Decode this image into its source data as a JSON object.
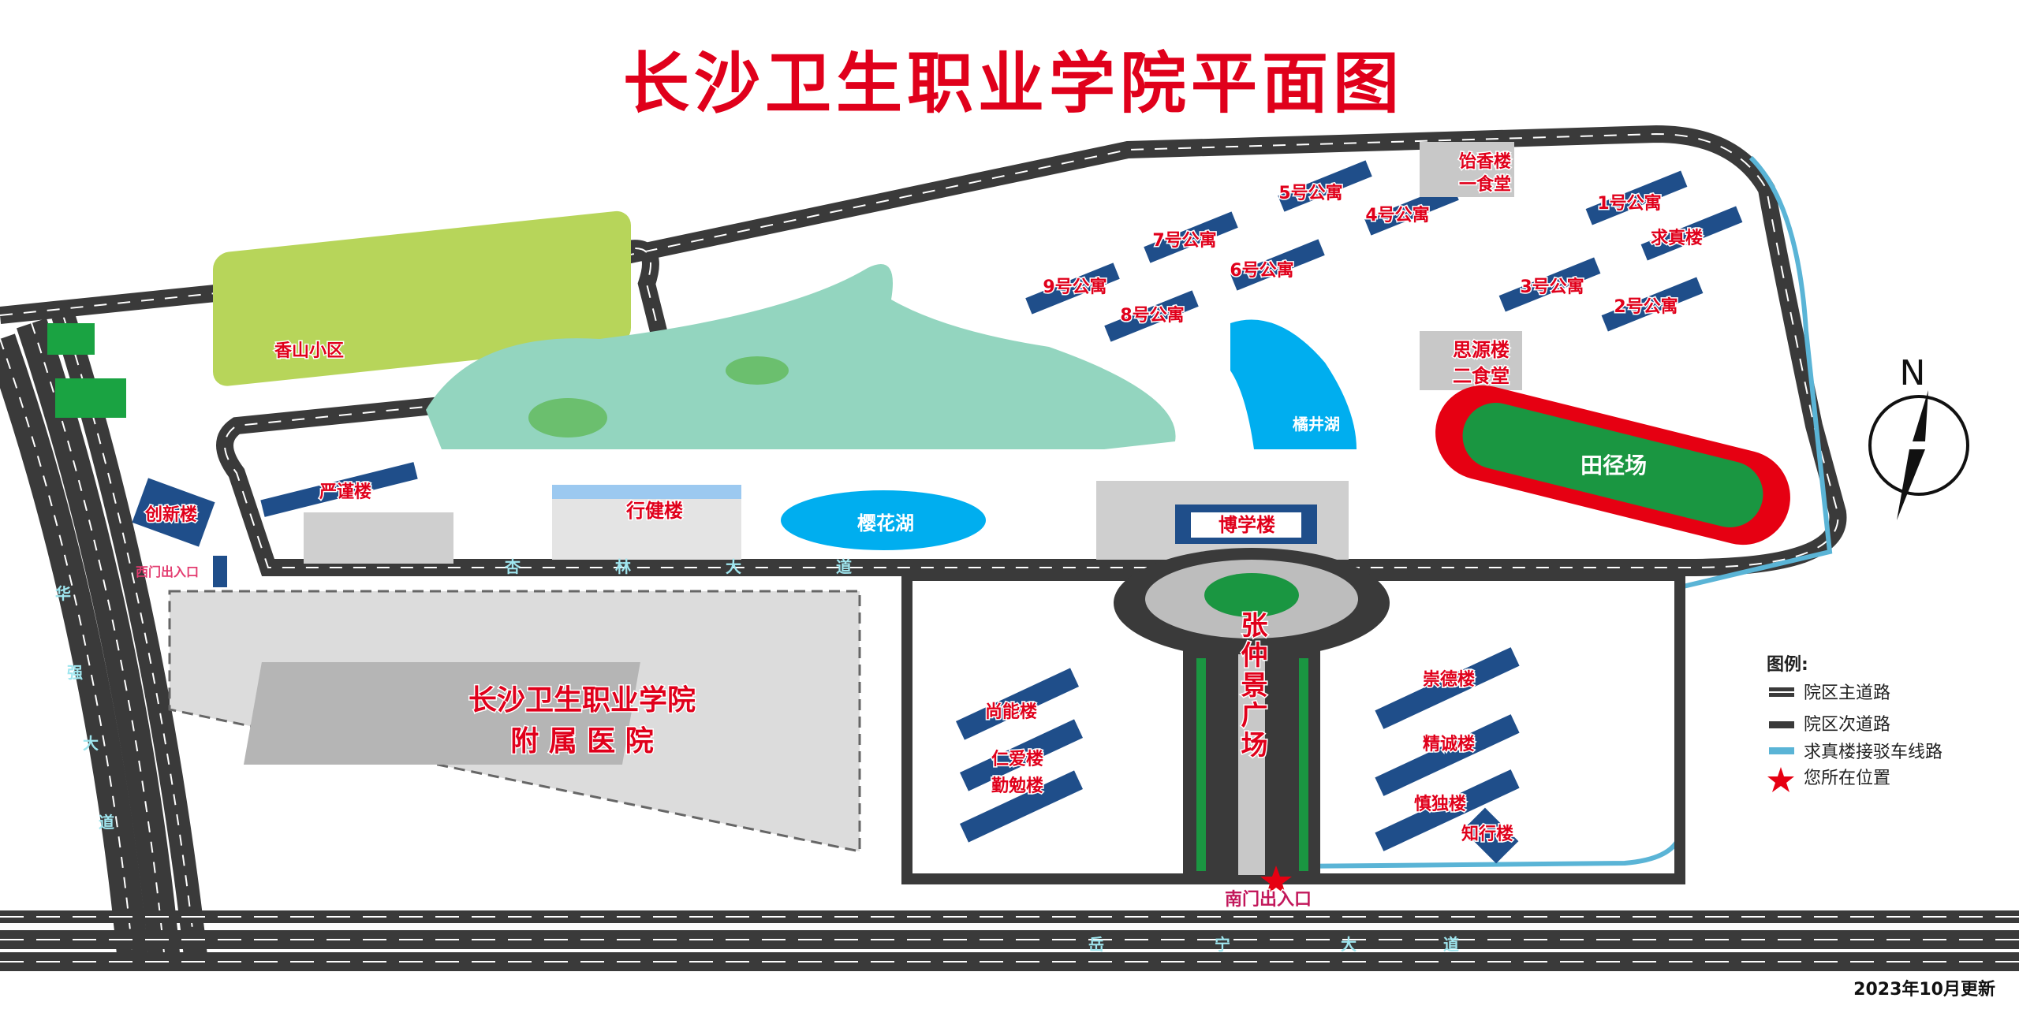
{
  "title": "长沙卫生职业学院平面图",
  "updated": "2023年10月更新",
  "north": "N",
  "colors": {
    "title": "#e0001b",
    "road": "#3a3a3a",
    "shuttle": "#5ab4d6",
    "lake": "#00aeef",
    "park": "#93d5bf",
    "building": "#1f4e8a",
    "track": "#e60012",
    "field": "#1a9641"
  },
  "places": {
    "xiangshan": "香山小区",
    "yixiang": "饴香楼",
    "canteen1": "一食堂",
    "apt5": "5号公寓",
    "apt4": "4号公寓",
    "apt7": "7号公寓",
    "apt6": "6号公寓",
    "apt9": "9号公寓",
    "apt8": "8号公寓",
    "apt1": "1号公寓",
    "qiuzhen": "求真楼",
    "apt3": "3号公寓",
    "apt2": "2号公寓",
    "siyuan": "思源楼",
    "canteen2": "二食堂",
    "jujing_lake": "橘井湖",
    "track_field": "田径场",
    "yanjin": "严谨楼",
    "chuangxin": "创新楼",
    "xingjian": "行健楼",
    "yinghua_lake": "樱花湖",
    "boxue": "博学楼",
    "west_gate": "西门出入口",
    "hospital_line1": "长沙卫生职业学院",
    "hospital_line2": "附 属 医 院",
    "shangneng": "尚能楼",
    "renai": "仁爱楼",
    "qinmian": "勤勉楼",
    "plaza": "张仲景广场",
    "chongde": "崇德楼",
    "jingcheng": "精诚楼",
    "shendu": "慎独楼",
    "zhixing": "知行楼",
    "south_gate": "南门出入口"
  },
  "roads": {
    "xinglin": [
      "杏",
      "林",
      "大",
      "道"
    ],
    "yuening": [
      "岳",
      "宁",
      "大",
      "道"
    ],
    "left": [
      "华",
      "强",
      "大",
      "道"
    ]
  },
  "legend": {
    "title": "图例:",
    "items": [
      {
        "label": "院区主道路",
        "icon": "main-road"
      },
      {
        "label": "院区次道路",
        "icon": "secondary-road"
      },
      {
        "label": "求真楼接驳车线路",
        "icon": "shuttle-line"
      },
      {
        "label": "您所在位置",
        "icon": "star"
      }
    ]
  }
}
